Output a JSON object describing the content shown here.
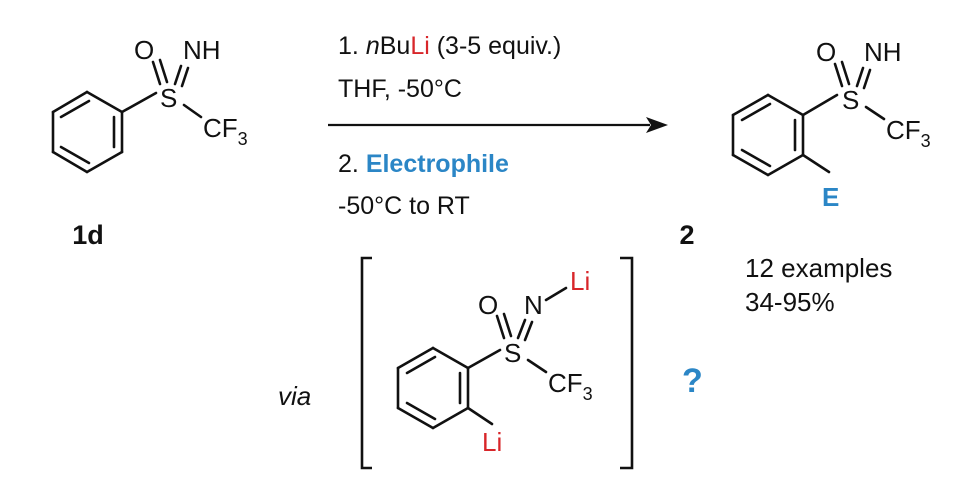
{
  "reagents": {
    "step1_num": "1.",
    "step1_n": "n",
    "step1_bu": "Bu",
    "step1_li": "Li",
    "step1_equiv": "(3-5 equiv.)",
    "solvent_temp": "THF, -50°C",
    "step2_num": "2.",
    "step2_electrophile": "Electrophile",
    "step2_temp": "-50°C to RT"
  },
  "start": {
    "label": "1d",
    "o": "O",
    "nh": "NH",
    "s": "S",
    "cf": "CF",
    "cf_sub": "3"
  },
  "product": {
    "label": "2",
    "o": "O",
    "nh": "NH",
    "s": "S",
    "cf": "CF",
    "cf_sub": "3",
    "e": "E",
    "examples": "12 examples",
    "yield": "34-95%"
  },
  "intermediate": {
    "via": "via",
    "o": "O",
    "n": "N",
    "li_n": "Li",
    "s": "S",
    "cf": "CF",
    "cf_sub": "3",
    "li_ring": "Li",
    "question": "?"
  },
  "colors": {
    "lithium": "#d8262a",
    "electrophile": "#2b86c6"
  }
}
